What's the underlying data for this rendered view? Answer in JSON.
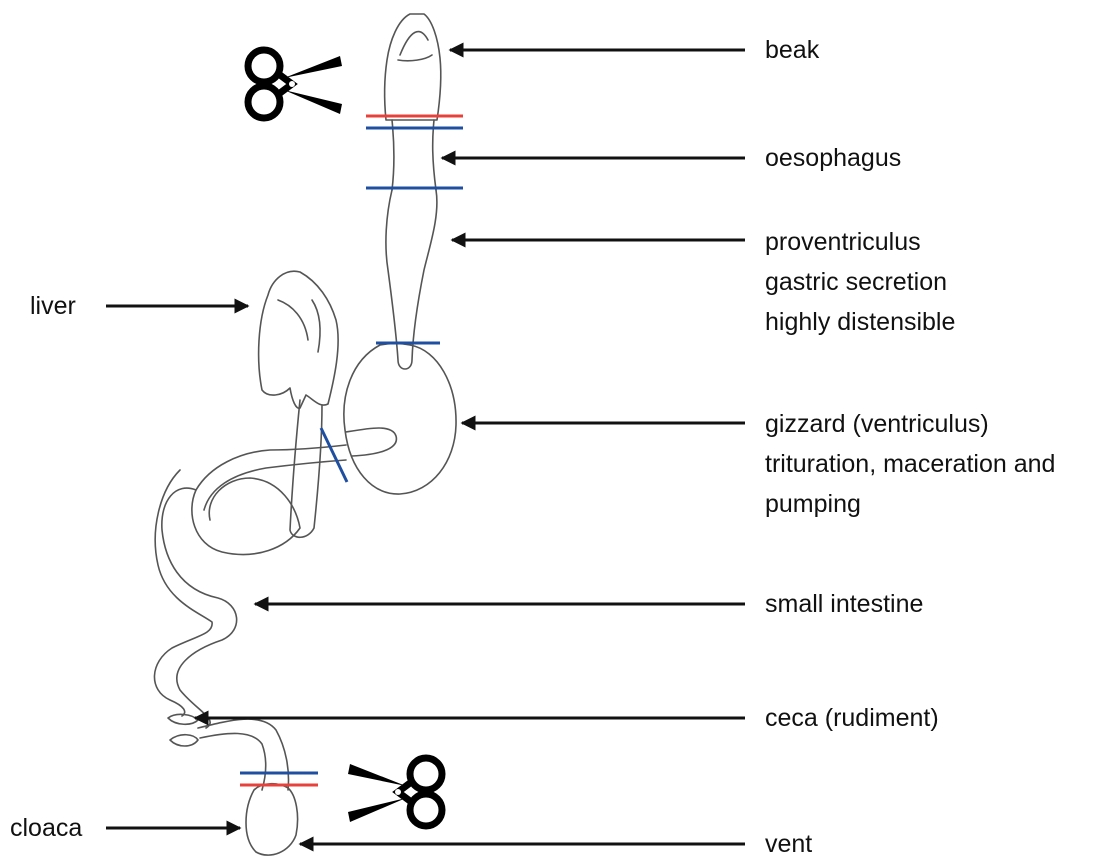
{
  "labels": {
    "beak": "beak",
    "oesophagus": "oesophagus",
    "proventriculus": [
      "proventriculus",
      "gastric secretion",
      "highly distensible"
    ],
    "liver": "liver",
    "gizzard": [
      "gizzard (ventriculus)",
      "trituration, maceration and",
      "pumping"
    ],
    "small_intestine": "small intestine",
    "ceca": "ceca (rudiment)",
    "cloaca": "cloaca",
    "vent": "vent"
  },
  "icons": [
    "scissors-icon",
    "scissors-icon"
  ],
  "colors": {
    "cut_red": "#e8403a",
    "cut_blue": "#1f4fa0",
    "outline": "#555555",
    "arrow": "#111111"
  }
}
